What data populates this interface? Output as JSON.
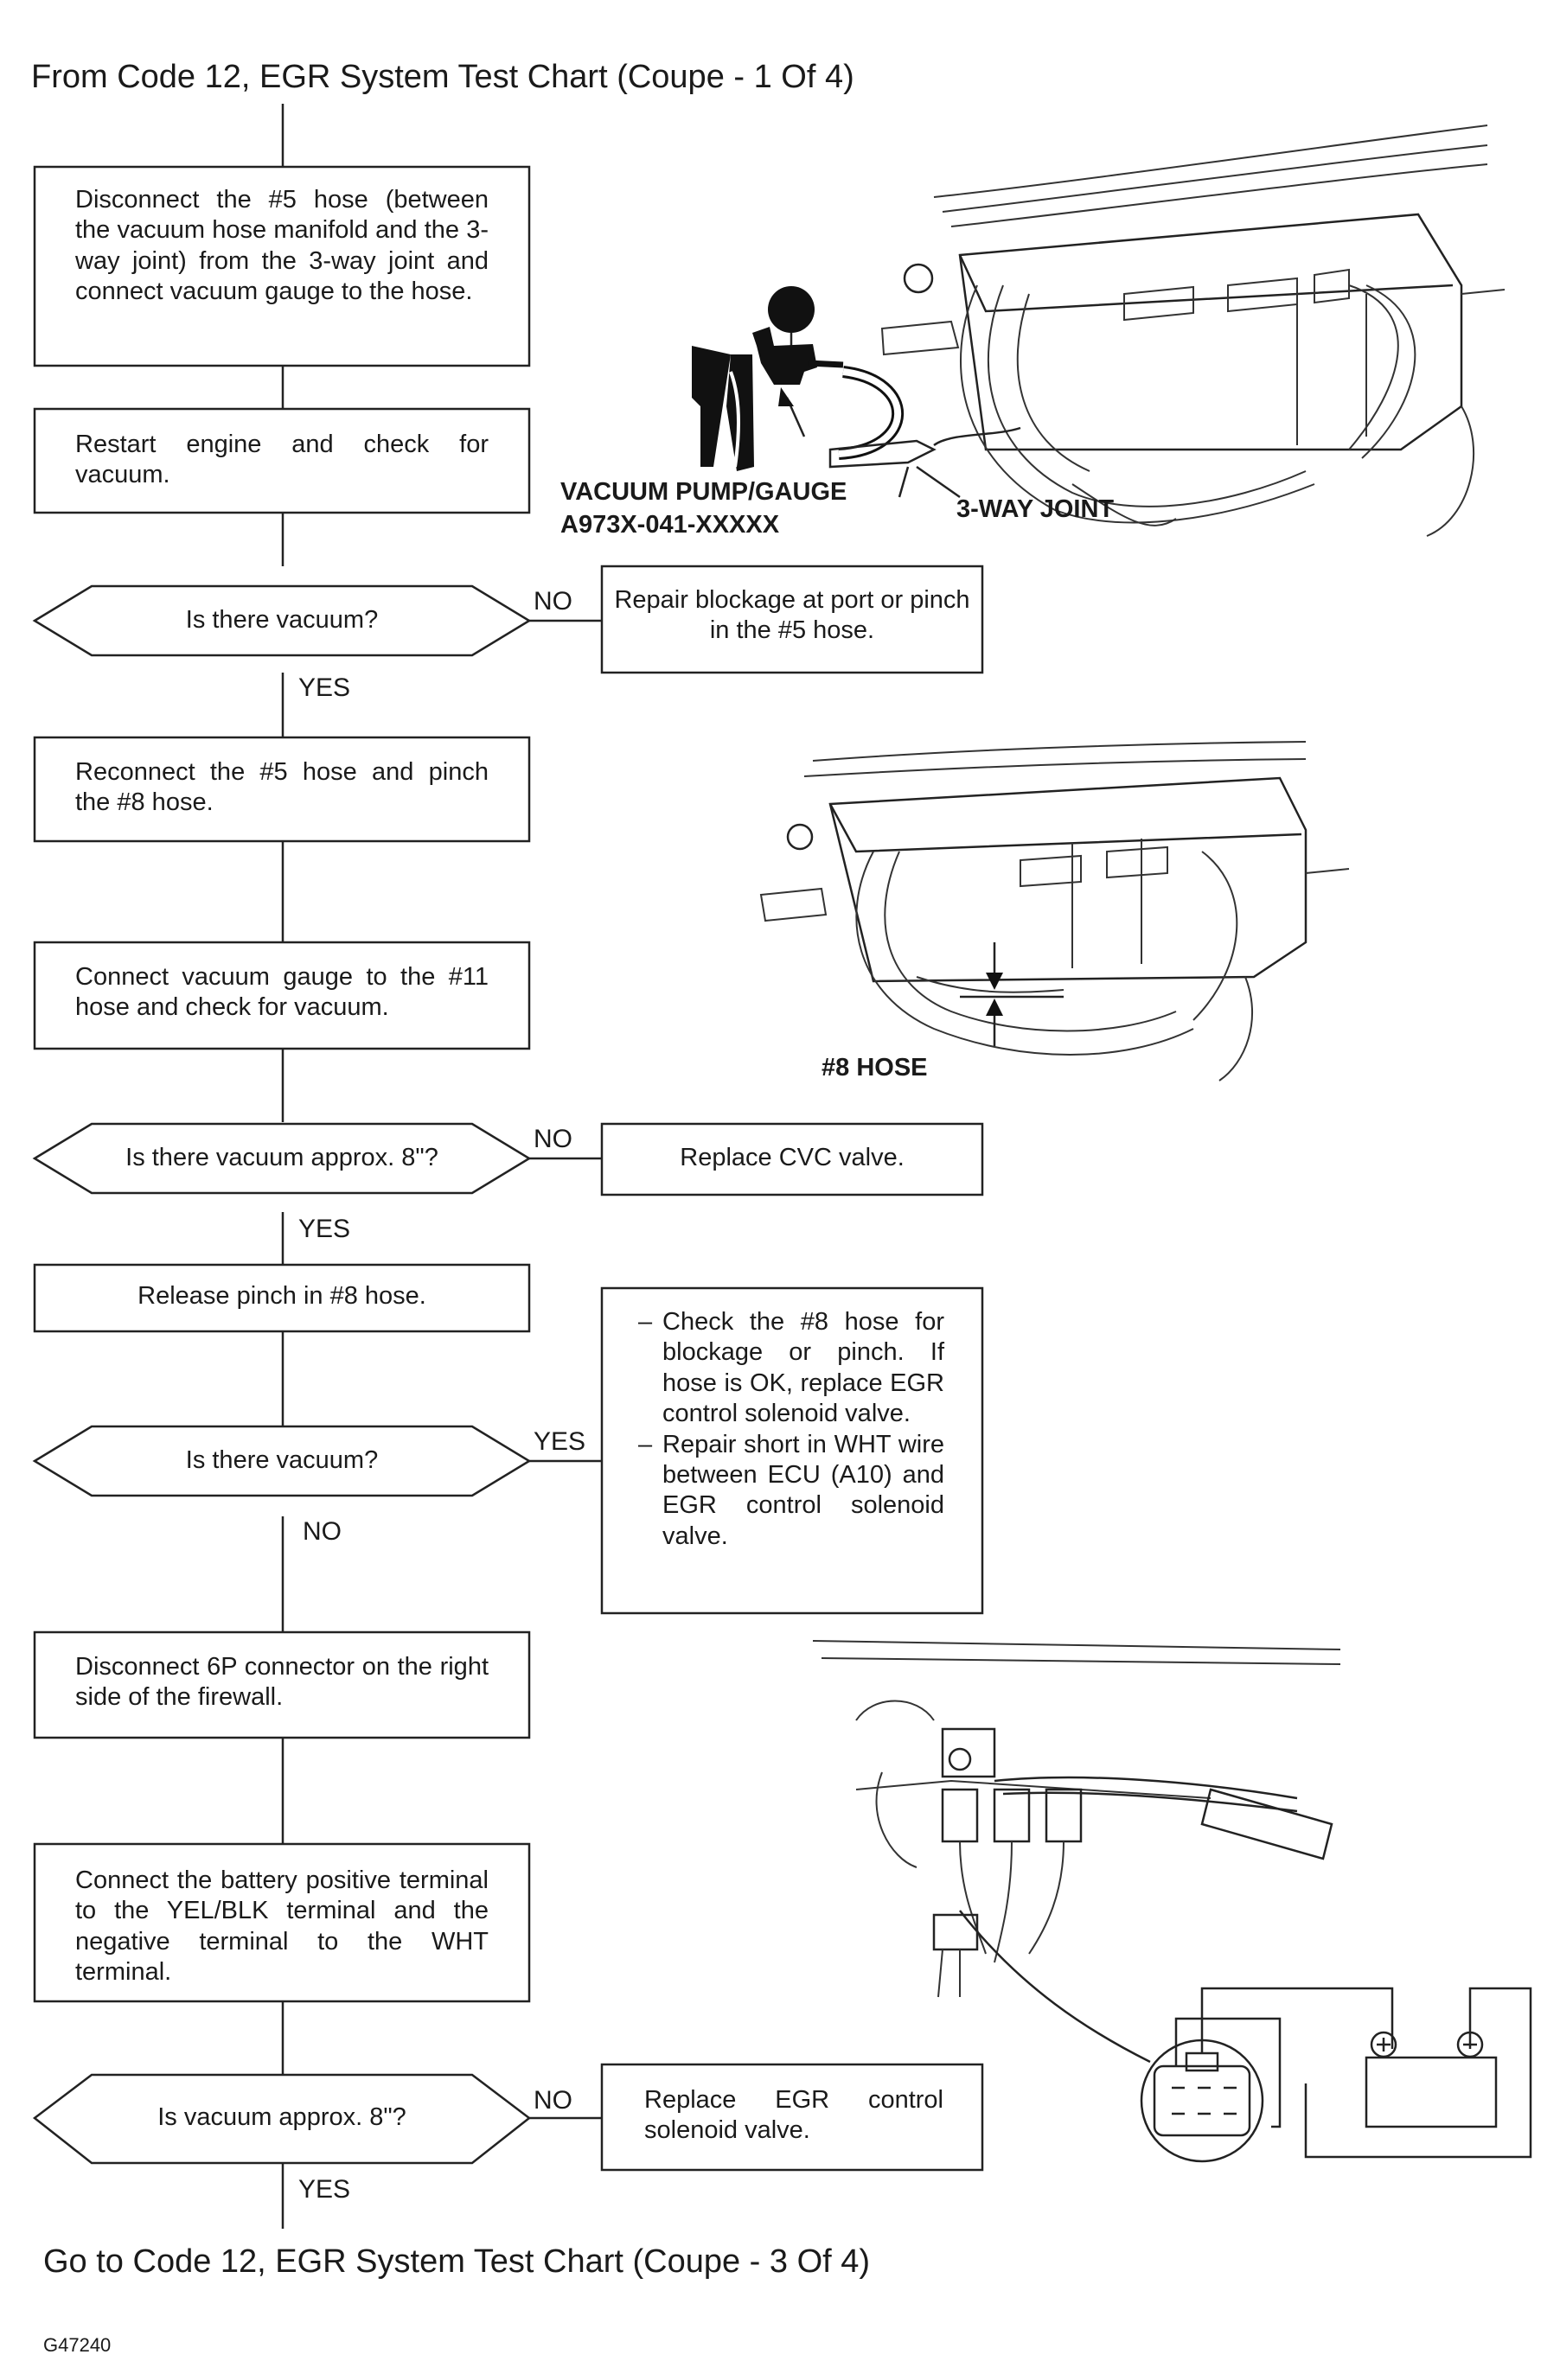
{
  "header": "From Code 12, EGR System Test Chart (Coupe - 1 Of 4)",
  "footer": "Go to Code 12, EGR System Test Chart (Coupe - 3 Of 4)",
  "figure_id": "G47240",
  "steps": {
    "disconnect_5_hose": "Disconnect the #5 hose (between the vacuum hose manifold and the 3-way joint) from the 3-way joint and connect vacuum gauge to the hose.",
    "restart_engine": "Restart engine and check for vacuum.",
    "reconnect_5_hose": "Reconnect the #5 hose and pinch the #8 hose.",
    "connect_gauge_11": "Connect vacuum gauge to the #11 hose and check for vacuum.",
    "release_pinch": "Release pinch in #8 hose.",
    "disconnect_6p": "Disconnect 6P connector on the right side of the firewall.",
    "connect_battery": "Connect the battery positive terminal to the YEL/BLK terminal and the negative terminal to the WHT terminal."
  },
  "decisions": {
    "q1": "Is there vacuum?",
    "q2": "Is there vacuum approx. 8\"?",
    "q3": "Is there vacuum?",
    "q4": "Is vacuum approx. 8\"?"
  },
  "results": {
    "repair_blockage": "Repair blockage at port or pinch in the #5 hose.",
    "replace_cvc": "Replace CVC valve.",
    "check_hose_item1": "Check the #8 hose for blockage or pinch. If hose is OK, replace EGR control solenoid valve.",
    "check_hose_item2": "Repair short in WHT wire between ECU (A10) and EGR control solenoid valve.",
    "replace_egr": "Replace EGR control solenoid valve."
  },
  "branch_labels": {
    "no1": "NO",
    "yes1": "YES",
    "no2": "NO",
    "yes2": "YES",
    "yes3": "YES",
    "no3": "NO",
    "no4": "NO",
    "yes4": "YES"
  },
  "captions": {
    "vacuum_pump_gauge": "VACUUM PUMP/GAUGE",
    "part_number": "A973X-041-XXXXX",
    "three_way_joint": "3-WAY JOINT",
    "hose_8": "#8 HOSE"
  }
}
